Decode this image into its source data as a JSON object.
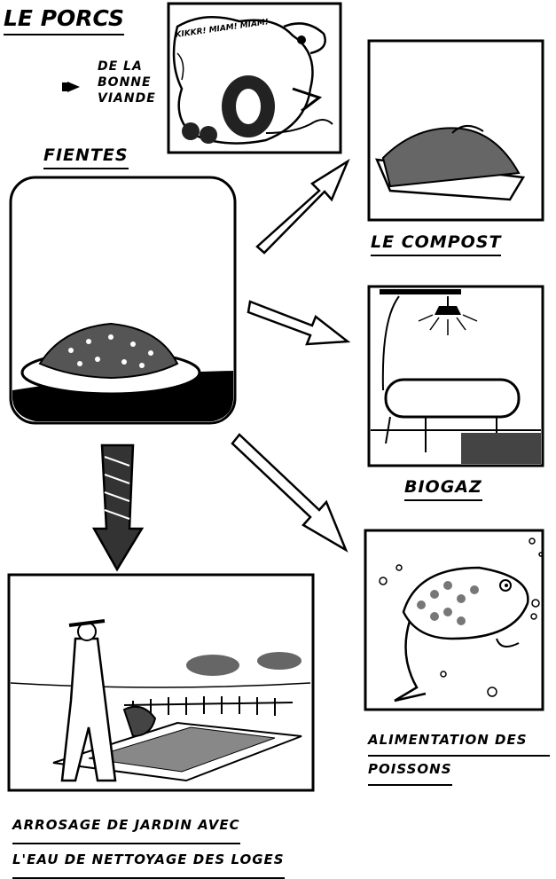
{
  "title": "LE PORCS",
  "pig_sound": "KIKKR! MIAM! MIAM!",
  "meat_lines": [
    "DE LA",
    "BONNE",
    "VIANDE"
  ],
  "feces_label": "FIENTES",
  "compost_label": "LE COMPOST",
  "biogas_label": "BIOGAZ",
  "fish_label_lines": [
    "ALIMENTATION DES",
    "POISSONS"
  ],
  "garden_label_lines": [
    "ARROSAGE DE JARDIN AVEC",
    "L'EAU DE NETTOYAGE DES LOGES"
  ],
  "colors": {
    "ink": "#000000",
    "paper": "#ffffff"
  }
}
